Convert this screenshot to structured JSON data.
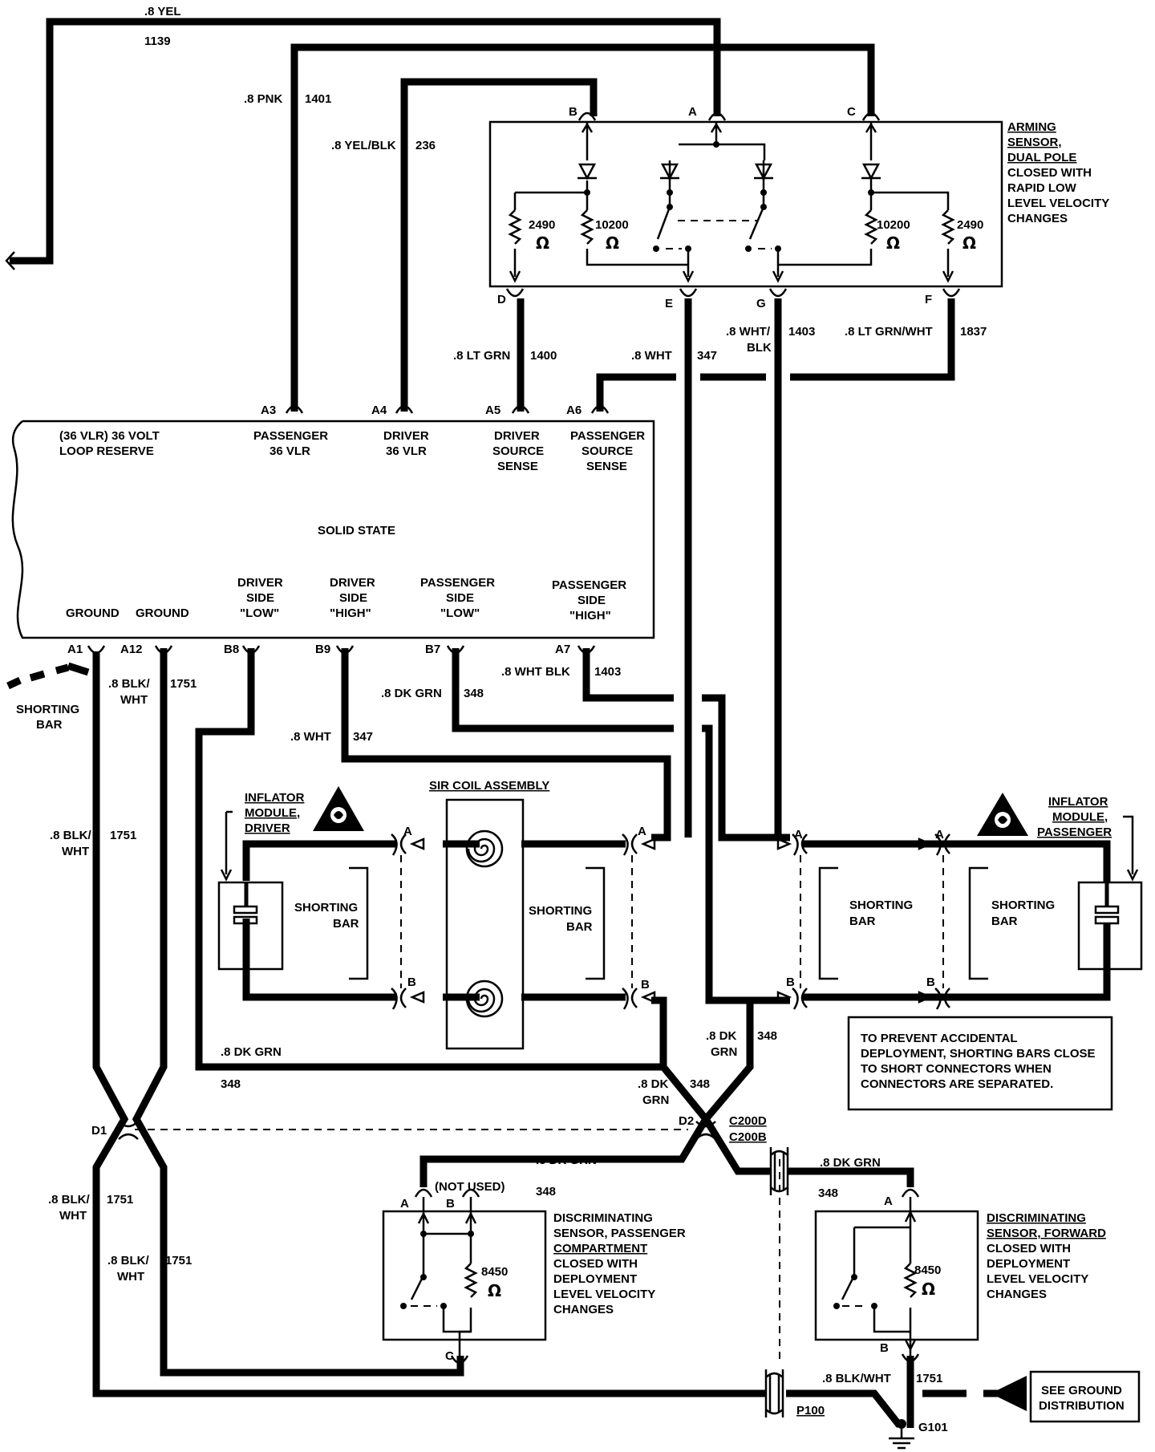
{
  "wires": {
    "w1139": {
      "color": ".8 YEL",
      "circuit": "1139"
    },
    "w1401": {
      "color": ".8 PNK",
      "circuit": "1401"
    },
    "w236": {
      "color": ".8 YEL/BLK",
      "circuit": "236"
    },
    "w1400": {
      "color": ".8 LT GRN",
      "circuit": "1400"
    },
    "w347a": {
      "color": ".8 WHT",
      "circuit": "347"
    },
    "w1403a": {
      "color1": ".8 WHT/",
      "color2": "BLK",
      "circuit": "1403"
    },
    "w1837": {
      "color": ".8 LT GRN/WHT",
      "circuit": "1837"
    },
    "w1751a": {
      "color1": ".8 BLK/",
      "color2": "WHT",
      "circuit": "1751"
    },
    "w348a": {
      "color": ".8 DK GRN",
      "circuit": "348"
    },
    "w1403b": {
      "color": ".8 WHT BLK",
      "circuit": "1403"
    },
    "w347b": {
      "color": ".8 WHT",
      "circuit": "347"
    },
    "w1751b": {
      "color1": ".8 BLK/",
      "color2": "WHT",
      "circuit": "1751"
    },
    "w348b": {
      "color": ".8 DK GRN",
      "circuit": "348"
    },
    "w348c": {
      "color1": ".8 DK",
      "color2": "GRN",
      "circuit": "348"
    },
    "w348d": {
      "color1": ".8 DK",
      "color2": "GRN",
      "circuit": "348"
    },
    "w1751c": {
      "color1": ".8 BLK/",
      "color2": "WHT",
      "circuit": "1751"
    },
    "w1751d": {
      "color1": ".8 BLK/",
      "color2": "WHT",
      "circuit": "1751"
    },
    "w348e": {
      "color": ".8 DK GRN",
      "circuit": "348"
    },
    "w348f": {
      "color": ".8 DK GRN",
      "circuit": "348"
    },
    "w1751e": {
      "color": ".8 BLK/WHT",
      "circuit": "1751"
    }
  },
  "arming_sensor": {
    "title": [
      "ARMING",
      "SENSOR,",
      "DUAL POLE",
      "CLOSED WITH",
      "RAPID LOW",
      "LEVEL VELOCITY",
      "CHANGES"
    ],
    "pins": {
      "a": "A",
      "b": "B",
      "c": "C",
      "d": "D",
      "e": "E",
      "f": "F",
      "g": "G"
    },
    "resistors": {
      "r1": "2490",
      "r2": "10200",
      "r3": "10200",
      "r4": "2490"
    },
    "ohm": "Ω"
  },
  "module": {
    "pins": {
      "a3": "A3",
      "a4": "A4",
      "a5": "A5",
      "a6": "A6",
      "a1": "A1",
      "a12": "A12",
      "b8": "B8",
      "b9": "B9",
      "b7": "B7",
      "a7": "A7"
    },
    "labels": {
      "loop_reserve": [
        "(36 VLR) 36 VOLT",
        "LOOP RESERVE"
      ],
      "passenger_vlr": [
        "PASSENGER",
        "36 VLR"
      ],
      "driver_vlr": [
        "DRIVER",
        "36 VLR"
      ],
      "driver_source": [
        "DRIVER",
        "SOURCE",
        "SENSE"
      ],
      "passenger_source": [
        "PASSENGER",
        "SOURCE",
        "SENSE"
      ],
      "solid_state": "SOLID STATE",
      "driver_low": [
        "DRIVER",
        "SIDE",
        "\"LOW\""
      ],
      "driver_high": [
        "DRIVER",
        "SIDE",
        "\"HIGH\""
      ],
      "passenger_low": [
        "PASSENGER",
        "SIDE",
        "\"LOW\""
      ],
      "passenger_high": [
        "PASSENGER",
        "SIDE",
        "\"HIGH\""
      ],
      "ground1": "GROUND",
      "ground2": "GROUND"
    }
  },
  "shorting_bar_left": [
    "SHORTING",
    "BAR"
  ],
  "inflator_driver": [
    "INFLATOR",
    "MODULE,",
    "DRIVER"
  ],
  "inflator_passenger": [
    "INFLATOR",
    "MODULE,",
    "PASSENGER"
  ],
  "sir_coil": "SIR COIL ASSEMBLY",
  "shorting_bar_label": [
    "SHORTING",
    "BAR"
  ],
  "conn_letters": {
    "a": "A",
    "b": "B"
  },
  "note": [
    "TO PREVENT ACCIDENTAL",
    "DEPLOYMENT, SHORTING BARS CLOSE",
    "TO SHORT CONNECTORS WHEN",
    "CONNECTORS ARE SEPARATED."
  ],
  "splices": {
    "d1": "D1",
    "d2": "D2",
    "c200d": "C200D",
    "c200b": "C200B",
    "p100": "P100",
    "g101": "G101"
  },
  "disc_pass": {
    "title": [
      "DISCRIMINATING",
      "SENSOR, PASSENGER",
      "COMPARTMENT",
      "CLOSED WITH",
      "DEPLOYMENT",
      "LEVEL VELOCITY",
      "CHANGES"
    ],
    "pins": {
      "a": "A",
      "b": "B",
      "c": "C"
    },
    "not_used": "(NOT USED)",
    "resistor": "8450"
  },
  "disc_fwd": {
    "title": [
      "DISCRIMINATING",
      "SENSOR, FORWARD",
      "CLOSED WITH",
      "DEPLOYMENT",
      "LEVEL VELOCITY",
      "CHANGES"
    ],
    "pins": {
      "a": "A",
      "b": "B"
    },
    "resistor": "8450"
  },
  "ground_ref": [
    "SEE GROUND",
    "DISTRIBUTION"
  ]
}
